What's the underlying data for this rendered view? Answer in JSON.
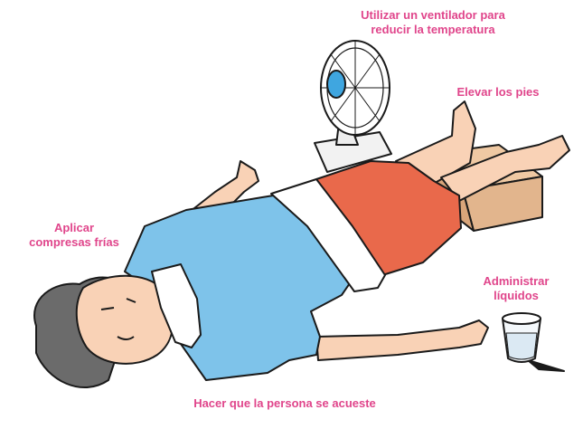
{
  "labels": {
    "fan_line1": "Utilizar un ventilador para",
    "fan_line2": "reducir la temperatura",
    "elevate_feet": "Elevar los pies",
    "compresses_line1": "Aplicar",
    "compresses_line2": "compresas frías",
    "fluids_line1": "Administrar",
    "fluids_line2": "líquidos",
    "lie_down": "Hacer que la persona se acueste"
  },
  "colors": {
    "label": "#e0458b",
    "shirt": "#7ec3ea",
    "shorts": "#e9694b",
    "skin": "#f9d2b6",
    "hair": "#6b6b6b",
    "fan_blade": "#3fa6e0",
    "box": "#e2b58d",
    "cloth": "#ffffff",
    "outline": "#1a1a1a"
  }
}
